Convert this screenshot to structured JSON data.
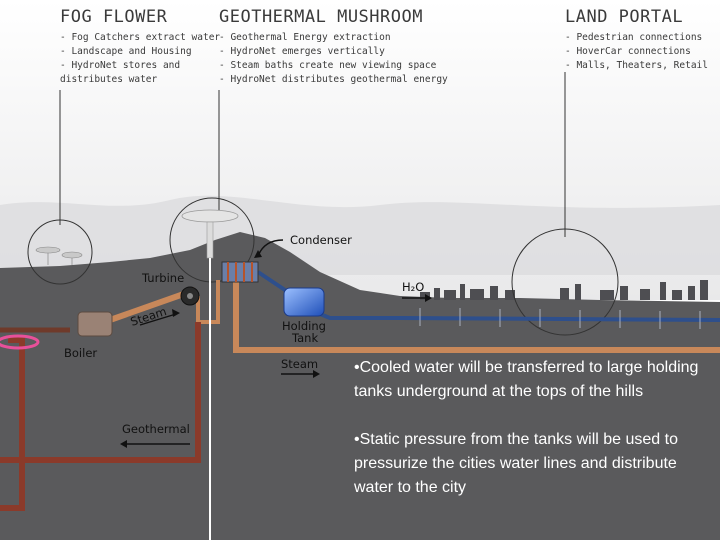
{
  "headers": {
    "fog_flower": {
      "title": "FOG FLOWER",
      "items": [
        "- Fog Catchers extract water",
        "- Landscape and Housing",
        "- HydroNet stores and distributes water"
      ]
    },
    "geothermal_mushroom": {
      "title": "GEOTHERMAL MUSHROOM",
      "items": [
        "- Geothermal Energy extraction",
        "- HydroNet emerges vertically",
        "- Steam baths create new viewing space",
        "- HydroNet distributes geothermal energy"
      ]
    },
    "land_portal": {
      "title": "LAND PORTAL",
      "items": [
        "- Pedestrian connections",
        "- HoverCar connections",
        "- Malls, Theaters, Retail"
      ]
    }
  },
  "labels": {
    "condenser": "Condenser",
    "turbine": "Turbine",
    "steam_upper": "Steam",
    "boiler": "Boiler",
    "holding_tank": "Holding Tank",
    "h2o": "H₂O",
    "steam_lower": "Steam",
    "geothermal": "Geothermal"
  },
  "bullets": [
    "•Cooled water will be transferred to large holding tanks underground at the tops of the hills",
    "•Static pressure from the tanks will be used to pressurize the cities water lines and distribute water to the city"
  ],
  "colors": {
    "ground": "#5a5a5c",
    "steam_pipe": "#c8885a",
    "water_pipe": "#2e4f8c",
    "geothermal_pipe": "#8b3a2a",
    "boiler_glow": "#e8509a"
  }
}
